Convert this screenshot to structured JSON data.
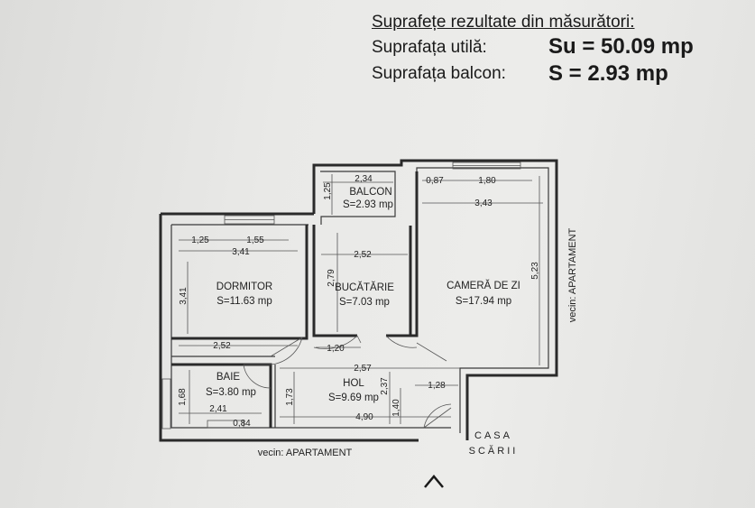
{
  "header": {
    "title": "Suprafețe rezultate din măsurători:",
    "usable_label": "Suprafața utilă:",
    "usable_value": "Su = 50.09 mp",
    "balcony_label": "Suprafața balcon:",
    "balcony_value": "S  =  2.93 mp"
  },
  "rooms": {
    "balcon": {
      "name": "BALCON",
      "area": "S=2.93 mp"
    },
    "dormitor": {
      "name": "DORMITOR",
      "area": "S=11.63 mp"
    },
    "bucatarie": {
      "name": "BUCĂTĂRIE",
      "area": "S=7.03 mp"
    },
    "camera": {
      "name": "CAMERĂ DE ZI",
      "area": "S=17.94 mp"
    },
    "baie": {
      "name": "BAIE",
      "area": "S=3.80 mp"
    },
    "hol": {
      "name": "HOL",
      "area": "S=9.69 mp"
    }
  },
  "dimensions": {
    "balcon_w": "2,34",
    "balcon_h": "1,25",
    "dorm_win_a": "1,25",
    "dorm_win_b": "1,55",
    "dorm_w": "3,41",
    "dorm_h": "3,41",
    "dorm_bottom": "2,52",
    "buc_w": "2,52",
    "buc_h": "2,79",
    "buc_door": "1,20",
    "cam_win_a": "0,87",
    "cam_win_b": "1,80",
    "cam_w": "3,43",
    "cam_h": "5,23",
    "hol_w": "2,57",
    "hol_h": "2,37",
    "hol_side": "1,28",
    "hol_h2": "1,40",
    "hol_bottom": "4,90",
    "hol_left": "1,73",
    "baie_h": "1,68",
    "baie_w": "2,41",
    "baie_door": "0,84"
  },
  "labels": {
    "neighbor_right": "vecin: APARTAMENT",
    "neighbor_bottom": "vecin: APARTAMENT",
    "stair_line1": "CASA",
    "stair_line2": "SCĂRII"
  },
  "entrance_icon": "chevron-up-icon"
}
